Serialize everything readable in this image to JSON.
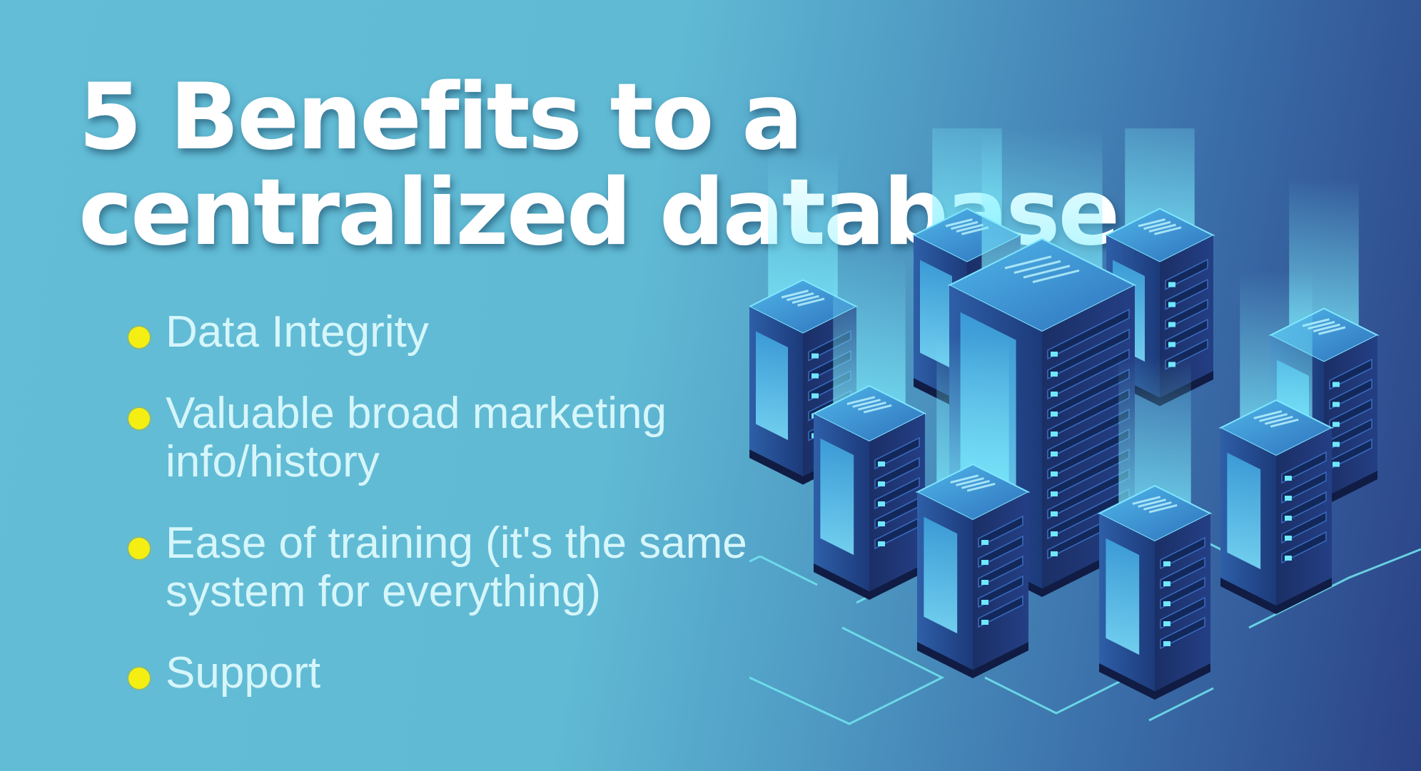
{
  "title": "5 Benefits to a centralized database",
  "bullets": [
    "Data Integrity",
    "Valuable broad marketing info/history",
    "Ease of training (it's the same system for everything)",
    "Support"
  ],
  "colors": {
    "background_left": "#63bdd6",
    "background_right": "#2b4286",
    "title": "#ffffff",
    "bullet_text": "#d6f6fb",
    "bullet_dot": "#f5ee12",
    "server_dark": "#1f3a78",
    "server_glow": "#5fe3ff",
    "connector": "#72e6f0"
  },
  "illustration": {
    "name": "isometric-server-racks",
    "rack_count": 9
  }
}
